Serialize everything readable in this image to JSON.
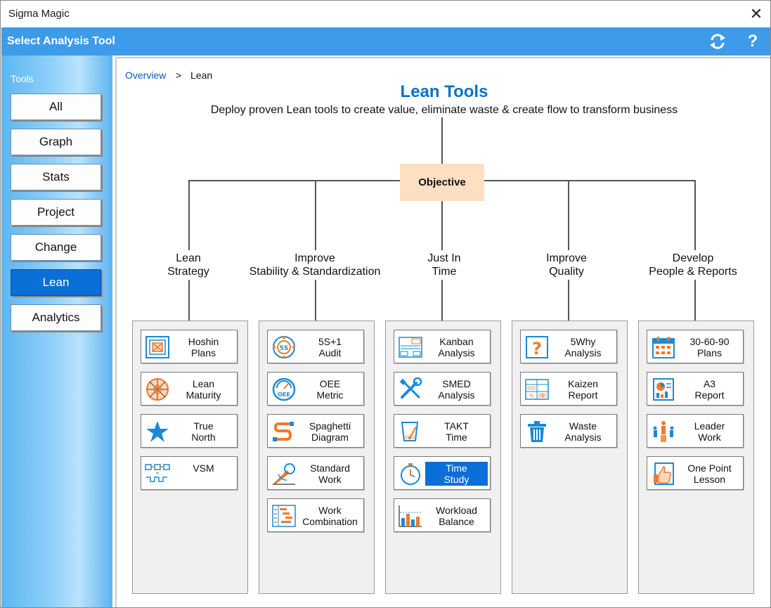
{
  "window": {
    "title": "Sigma Magic"
  },
  "header": {
    "title": "Select Analysis Tool"
  },
  "sidebar": {
    "label": "Tools",
    "items": [
      {
        "label": "All"
      },
      {
        "label": "Graph"
      },
      {
        "label": "Stats"
      },
      {
        "label": "Project"
      },
      {
        "label": "Change"
      },
      {
        "label": "Lean",
        "active": true
      },
      {
        "label": "Analytics"
      }
    ]
  },
  "breadcrumb": {
    "root": "Overview",
    "sep": ">",
    "current": "Lean"
  },
  "main": {
    "title": "Lean Tools",
    "subtitle": "Deploy proven Lean tools to create value, eliminate waste & create flow to transform business",
    "objective": "Objective",
    "categories": [
      {
        "line1": "Lean",
        "line2": "Strategy",
        "tools": [
          {
            "l1": "Hoshin",
            "l2": "Plans",
            "icon": "hoshin-icon"
          },
          {
            "l1": "Lean",
            "l2": "Maturity",
            "icon": "maturity-icon"
          },
          {
            "l1": "True",
            "l2": "North",
            "icon": "star-icon"
          },
          {
            "l1": "VSM",
            "l2": "",
            "icon": "vsm-icon"
          }
        ]
      },
      {
        "line1": "Improve",
        "line2": "Stability & Standardization",
        "tools": [
          {
            "l1": "5S+1",
            "l2": "Audit",
            "icon": "5s-icon"
          },
          {
            "l1": "OEE",
            "l2": "Metric",
            "icon": "oee-icon"
          },
          {
            "l1": "Spaghetti",
            "l2": "Diagram",
            "icon": "spaghetti-icon"
          },
          {
            "l1": "Standard",
            "l2": "Work",
            "icon": "standard-work-icon"
          },
          {
            "l1": "Work",
            "l2": "Combination",
            "icon": "work-combination-icon"
          }
        ]
      },
      {
        "line1": "Just In",
        "line2": "Time",
        "tools": [
          {
            "l1": "Kanban",
            "l2": "Analysis",
            "icon": "kanban-icon"
          },
          {
            "l1": "SMED",
            "l2": "Analysis",
            "icon": "tools-icon"
          },
          {
            "l1": "TAKT",
            "l2": "Time",
            "icon": "takt-icon"
          },
          {
            "l1": "Time",
            "l2": "Study",
            "icon": "stopwatch-icon",
            "active": true
          },
          {
            "l1": "Workload",
            "l2": "Balance",
            "icon": "bar-chart-icon"
          }
        ]
      },
      {
        "line1": "Improve",
        "line2": "Quality",
        "tools": [
          {
            "l1": "5Why",
            "l2": "Analysis",
            "icon": "question-icon"
          },
          {
            "l1": "Kaizen",
            "l2": "Report",
            "icon": "kaizen-icon"
          },
          {
            "l1": "Waste",
            "l2": "Analysis",
            "icon": "trash-icon"
          }
        ]
      },
      {
        "line1": "Develop",
        "line2": "People & Reports",
        "tools": [
          {
            "l1": "30-60-90",
            "l2": "Plans",
            "icon": "calendar-icon"
          },
          {
            "l1": "A3",
            "l2": "Report",
            "icon": "a3-report-icon"
          },
          {
            "l1": "Leader",
            "l2": "Work",
            "icon": "leader-icon"
          },
          {
            "l1": "One Point",
            "l2": "Lesson",
            "icon": "thumbs-up-icon"
          }
        ]
      }
    ]
  },
  "colors": {
    "accent": "#0b72c9",
    "header": "#3d9be9",
    "active": "#0a6fd6",
    "objective": "#fddfc2",
    "icon_blue": "#1a8ad4",
    "icon_orange": "#f07a2a"
  }
}
